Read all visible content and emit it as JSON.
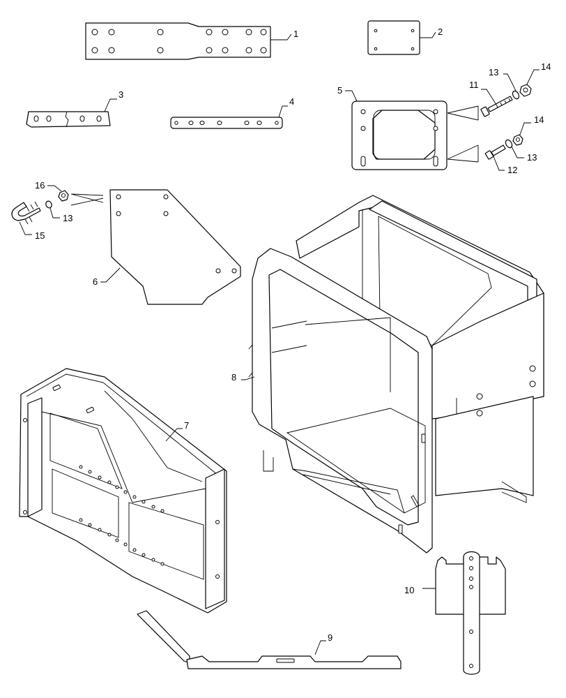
{
  "callouts": [
    {
      "id": "1",
      "label": "1"
    },
    {
      "id": "2",
      "label": "2"
    },
    {
      "id": "3",
      "label": "3"
    },
    {
      "id": "4",
      "label": "4"
    },
    {
      "id": "5",
      "label": "5"
    },
    {
      "id": "6",
      "label": "6"
    },
    {
      "id": "7",
      "label": "7"
    },
    {
      "id": "8",
      "label": "8"
    },
    {
      "id": "9",
      "label": "9"
    },
    {
      "id": "10",
      "label": "10"
    },
    {
      "id": "11",
      "label": "11"
    },
    {
      "id": "12",
      "label": "12"
    },
    {
      "id": "13a",
      "label": "13"
    },
    {
      "id": "13b",
      "label": "13"
    },
    {
      "id": "13c",
      "label": "13"
    },
    {
      "id": "14a",
      "label": "14"
    },
    {
      "id": "14b",
      "label": "14"
    },
    {
      "id": "15",
      "label": "15"
    },
    {
      "id": "16",
      "label": "16"
    }
  ]
}
